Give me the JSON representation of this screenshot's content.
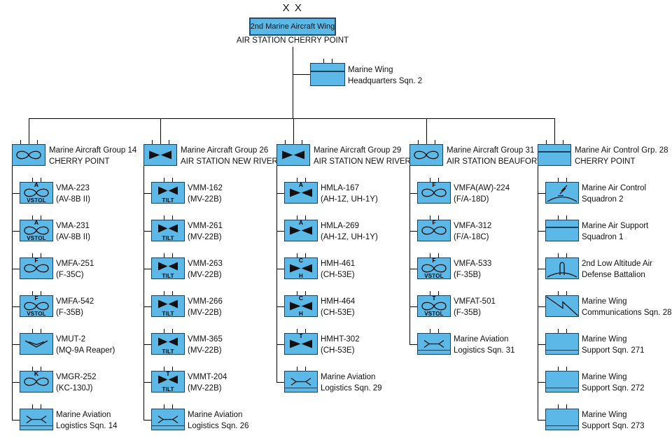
{
  "colors": {
    "box_fill": "#5cb9e7",
    "box_border": "#16435f",
    "line": "#000000",
    "text": "#111111"
  },
  "header": {
    "echelon_mark": "X X",
    "title": "2nd Marine Aircraft Wing",
    "station": "AIR STATION CHERRY POINT"
  },
  "hq_unit": {
    "lines": [
      "Marine Wing",
      "Headquarters Sqn. 2"
    ],
    "icon": "hq-bar",
    "ticks": 2
  },
  "columns": [
    {
      "group": {
        "lines": [
          "Marine Aircraft Group 14",
          "CHERRY POINT"
        ],
        "icon": "fixed-wing",
        "ticks": 3
      },
      "units": [
        {
          "lines": [
            "VMA-223",
            "(AV-8B II)"
          ],
          "icon": "fixed-wing",
          "top": "A",
          "bottom": "VSTOL"
        },
        {
          "lines": [
            "VMA-231",
            "(AV-8B II)"
          ],
          "icon": "fixed-wing",
          "top": "A",
          "bottom": "VSTOL"
        },
        {
          "lines": [
            "VMFA-251",
            "(F-35C)"
          ],
          "icon": "fixed-wing",
          "top": "F"
        },
        {
          "lines": [
            "VMFA-542",
            "(F-35B)"
          ],
          "icon": "fixed-wing",
          "top": "F",
          "bottom": "VSTOL"
        },
        {
          "lines": [
            "VMUT-2",
            "(MQ-9A Reaper)"
          ],
          "icon": "uav"
        },
        {
          "lines": [
            "VMGR-252",
            "(KC-130J)"
          ],
          "icon": "fixed-wing",
          "top": "K"
        },
        {
          "lines": [
            "Marine Aviation",
            "Logistics Sqn. 14"
          ],
          "icon": "maintenance"
        }
      ]
    },
    {
      "group": {
        "lines": [
          "Marine Aircraft Group 26",
          "AIR STATION NEW RIVER"
        ],
        "icon": "rotary-wing",
        "ticks": 3
      },
      "units": [
        {
          "lines": [
            "VMM-162",
            "(MV-22B)"
          ],
          "icon": "tiltrotor",
          "bottom": "TILT"
        },
        {
          "lines": [
            "VMM-261",
            "(MV-22B)"
          ],
          "icon": "tiltrotor",
          "bottom": "TILT"
        },
        {
          "lines": [
            "VMM-263",
            "(MV-22B)"
          ],
          "icon": "tiltrotor",
          "bottom": "TILT"
        },
        {
          "lines": [
            "VMM-266",
            "(MV-22B)"
          ],
          "icon": "tiltrotor",
          "bottom": "TILT"
        },
        {
          "lines": [
            "VMM-365",
            "(MV-22B)"
          ],
          "icon": "tiltrotor",
          "bottom": "TILT"
        },
        {
          "lines": [
            "VMMT-204",
            "(MV-22B)"
          ],
          "icon": "tiltrotor",
          "top": "T",
          "bottom": "TILT"
        },
        {
          "lines": [
            "Marine Aviation",
            "Logistics Sqn. 26"
          ],
          "icon": "maintenance"
        }
      ]
    },
    {
      "group": {
        "lines": [
          "Marine Aircraft Group 29",
          "AIR STATION NEW RIVER"
        ],
        "icon": "rotary-wing",
        "ticks": 3
      },
      "units": [
        {
          "lines": [
            "HMLA-167",
            "(AH-1Z, UH-1Y)"
          ],
          "icon": "rotary-wing",
          "top": "A"
        },
        {
          "lines": [
            "HMLA-269",
            "(AH-1Z, UH-1Y)"
          ],
          "icon": "rotary-wing",
          "top": "A"
        },
        {
          "lines": [
            "HMH-461",
            "(CH-53E)"
          ],
          "icon": "rotary-wing",
          "top": "C",
          "bottom": "H"
        },
        {
          "lines": [
            "HMH-464",
            "(CH-53E)"
          ],
          "icon": "rotary-wing",
          "top": "C",
          "bottom": "H"
        },
        {
          "lines": [
            "HMHT-302",
            "(CH-53E)"
          ],
          "icon": "rotary-wing",
          "top": "T"
        },
        {
          "lines": [
            "Marine Aviation",
            "Logistics Sqn. 29"
          ],
          "icon": "maintenance"
        }
      ]
    },
    {
      "group": {
        "lines": [
          "Marine Aircraft Group 31",
          "AIR STATION BEAUFORT"
        ],
        "icon": "fixed-wing",
        "ticks": 3
      },
      "units": [
        {
          "lines": [
            "VMFA(AW)-224",
            "(F/A-18D)"
          ],
          "icon": "fixed-wing",
          "top": "F"
        },
        {
          "lines": [
            "VMFA-312",
            "(F/A-18C)"
          ],
          "icon": "fixed-wing",
          "top": "F"
        },
        {
          "lines": [
            "VMFA-533",
            "(F-35B)"
          ],
          "icon": "fixed-wing",
          "top": "F",
          "bottom": "VSTOL"
        },
        {
          "lines": [
            "VMFAT-501",
            "(F-35B)"
          ],
          "icon": "fixed-wing",
          "top": "T",
          "bottom": "VSTOL"
        },
        {
          "lines": [
            "Marine Aviation",
            "Logistics Sqn. 31"
          ],
          "icon": "maintenance"
        }
      ]
    },
    {
      "group": {
        "lines": [
          "Marine Air Control Grp. 28",
          "CHERRY POINT"
        ],
        "icon": "hq-bar",
        "ticks": 3
      },
      "units": [
        {
          "lines": [
            "Marine Air Control",
            "Squadron 2"
          ],
          "icon": "air-control"
        },
        {
          "lines": [
            "Marine Air Support",
            "Squadron 1"
          ],
          "icon": "hq-bar"
        },
        {
          "lines": [
            "2nd Low Altitude Air",
            "Defense Battalion"
          ],
          "icon": "air-defense"
        },
        {
          "lines": [
            "Marine Wing",
            "Communications Sqn. 28"
          ],
          "icon": "comms"
        },
        {
          "lines": [
            "Marine Wing",
            "Support Sqn. 271"
          ],
          "icon": "support"
        },
        {
          "lines": [
            "Marine Wing",
            "Support Sqn. 272"
          ],
          "icon": "support"
        },
        {
          "lines": [
            "Marine Wing",
            "Support Sqn. 273"
          ],
          "icon": "support"
        }
      ]
    }
  ]
}
